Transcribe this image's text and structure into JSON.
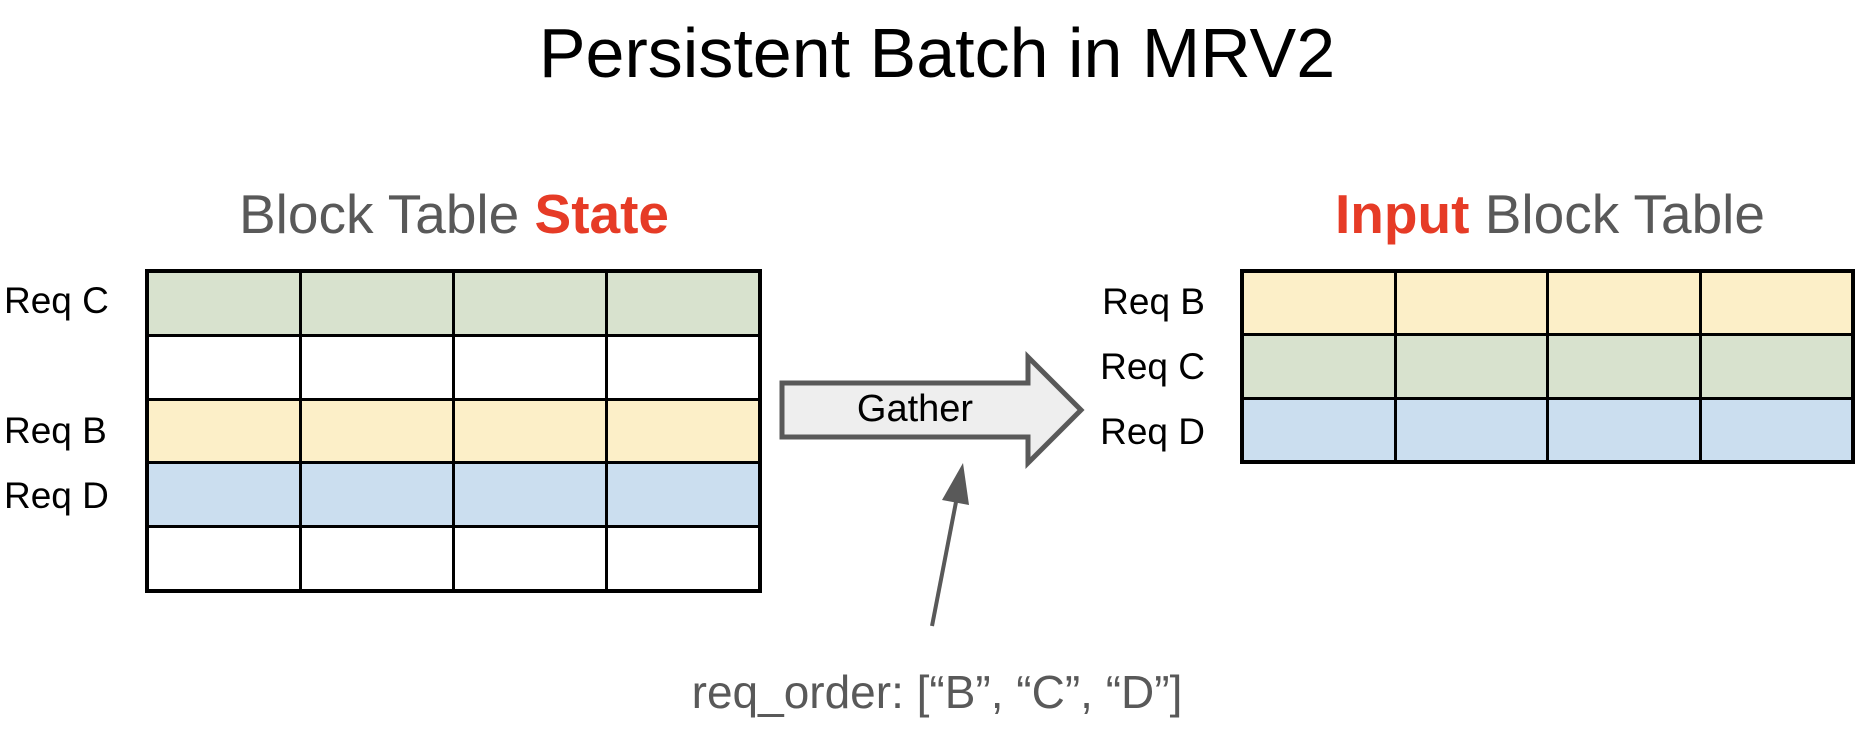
{
  "title": "Persistent Batch in MRV2",
  "left_panel": {
    "heading": {
      "prefix": "Block Table ",
      "highlight": "State"
    },
    "columns": 4,
    "rows": [
      {
        "label": "Req C",
        "color_key": "green"
      },
      {
        "label": "",
        "color_key": "white"
      },
      {
        "label": "Req B",
        "color_key": "yellow"
      },
      {
        "label": "Req D",
        "color_key": "blue"
      },
      {
        "label": "",
        "color_key": "white"
      }
    ]
  },
  "right_panel": {
    "heading": {
      "highlight": "Input",
      "suffix": " Block Table"
    },
    "columns": 4,
    "rows": [
      {
        "label": "Req B",
        "color_key": "yellow"
      },
      {
        "label": "Req C",
        "color_key": "green"
      },
      {
        "label": "Req D",
        "color_key": "blue"
      }
    ]
  },
  "gather_arrow": {
    "label": "Gather"
  },
  "annotation": {
    "text": "req_order: [“B”, “C”, “D”]"
  },
  "colors": {
    "white": "#ffffff",
    "green": "#d8e2ce",
    "yellow": "#fcefc8",
    "blue": "#cbdeef",
    "text_black": "#000000",
    "text_gray": "#595959",
    "highlight_red": "#e63b26",
    "arrow_fill": "#eeeeee",
    "arrow_stroke": "#595959",
    "table_border": "#000000"
  }
}
